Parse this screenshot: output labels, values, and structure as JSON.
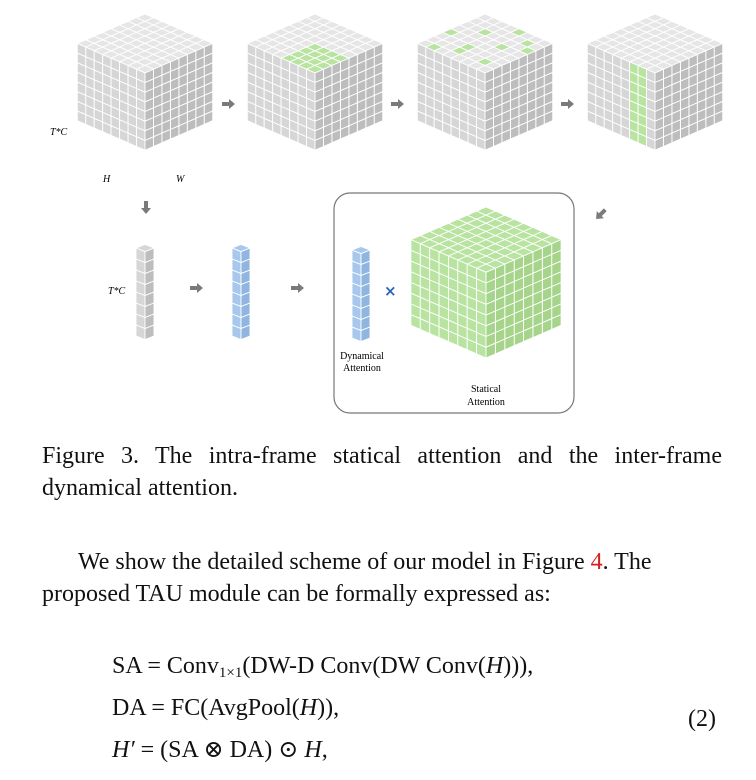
{
  "figure": {
    "labels": {
      "tc_main": "T*C",
      "h": "H",
      "w": "W",
      "tc_column": "T*C",
      "dynamical_line1": "Dynamical",
      "dynamical_line2": "Attention",
      "statical_line1": "Statical",
      "statical_line2": "Attention",
      "times_symbol": "×"
    },
    "colors": {
      "cube_face": "#d6d6d6",
      "cube_top": "#e6e6e6",
      "cube_side": "#bdbdbd",
      "green": "#b9e3a0",
      "blue": "#a7c8ec",
      "arrow": "#7a7a7a",
      "times": "#2a63b8"
    }
  },
  "caption": "Figure 3.  The intra-frame statical attention and the inter-frame dynamical attention.",
  "paragraph": {
    "before": "We show the detailed scheme of our model in Figure ",
    "ref": "4",
    "after": ". The proposed TAU module can be formally expressed as:"
  },
  "equations": {
    "eq1_lhs": "SA = Conv",
    "eq1_sub": "1×1",
    "eq1_rest_a": "(DW-D Conv(DW Conv(",
    "eq1_var": "H",
    "eq1_rest_b": "))),",
    "eq2_lhs": "DA = FC(AvgPool(",
    "eq2_var": "H",
    "eq2_rest": ")),",
    "eq3_var": "H′",
    "eq3_rest_a": " = (SA ⊗ DA) ⊙ ",
    "eq3_var2": "H",
    "eq3_rest_b": ",",
    "number": "(2)"
  }
}
